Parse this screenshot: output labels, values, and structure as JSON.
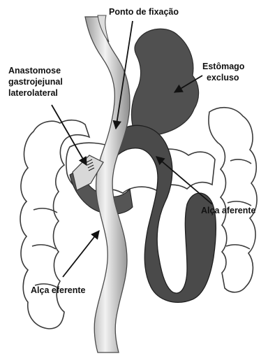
{
  "labels": {
    "fixation_point": "Ponto de fixação",
    "anastomosis_line1": "Anastomose",
    "anastomosis_line2": "gastrojejunal",
    "anastomosis_line3": "laterolateral",
    "excluded_stomach_line1": "Estômago",
    "excluded_stomach_line2": "excluso",
    "afferent_loop": "Alça aferente",
    "efferent_loop": "Alça eferente"
  },
  "colors": {
    "colon": "#ffffff",
    "colon_outline": "#3a3a3a",
    "stomach": "#505050",
    "dark_loop": "#4a4a4a",
    "light_tube": "#c9c9c9",
    "arrow": "#111111"
  }
}
